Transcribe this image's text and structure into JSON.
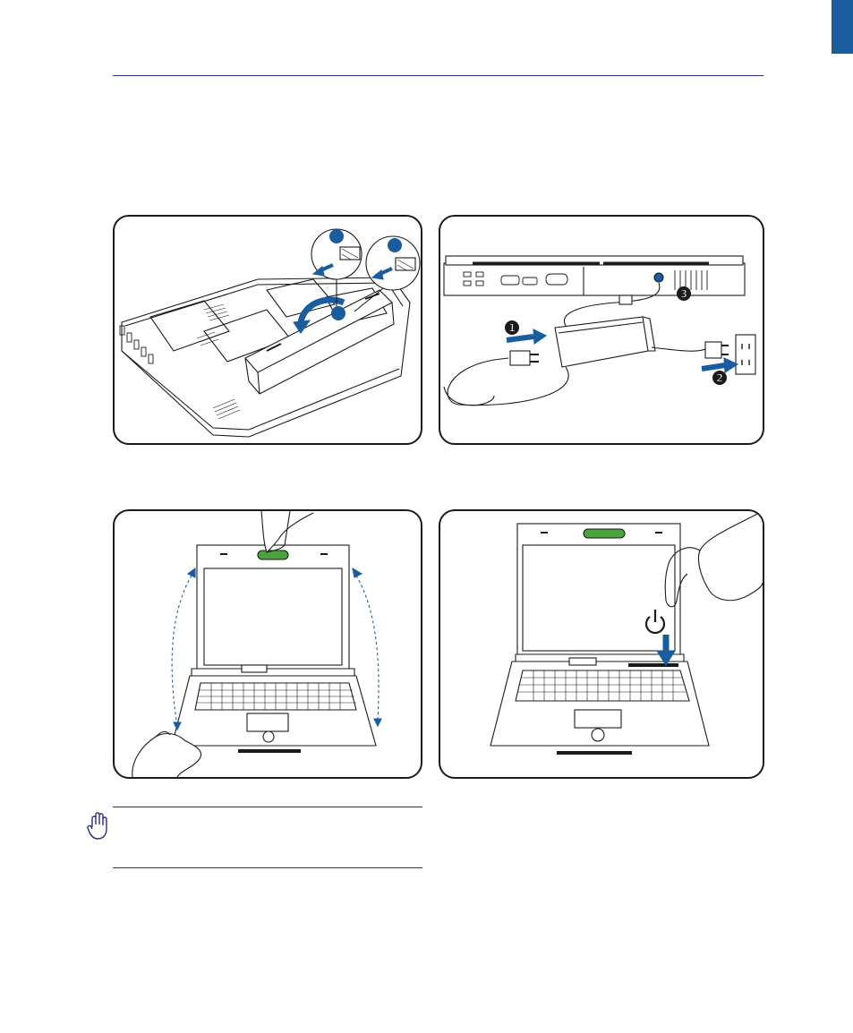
{
  "colors": {
    "accent_blue": "#1a5d9e",
    "rule_navy": "#2a2f7a",
    "latch_green": "#4aa33a",
    "line_art": "#1b1b1b"
  },
  "icons": {
    "caution": "raised-hand-icon",
    "power": "power-symbol-icon"
  },
  "panel2": {
    "steps": [
      "1",
      "2",
      "3"
    ]
  }
}
